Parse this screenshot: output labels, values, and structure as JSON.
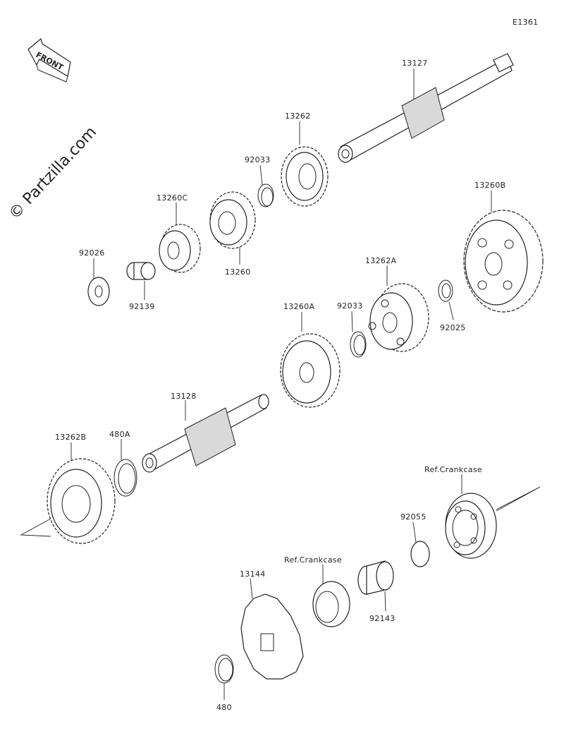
{
  "diagram_code": "E1361",
  "watermark": "© Partzilla.com",
  "front_arrow_label": "FRONT",
  "parts": [
    {
      "id": "13127",
      "label": "13127"
    },
    {
      "id": "13262",
      "label": "13262"
    },
    {
      "id": "92033a",
      "label": "92033"
    },
    {
      "id": "13260C",
      "label": "13260C"
    },
    {
      "id": "13260",
      "label": "13260"
    },
    {
      "id": "92026",
      "label": "92026"
    },
    {
      "id": "92139",
      "label": "92139"
    },
    {
      "id": "13260B",
      "label": "13260B"
    },
    {
      "id": "13262A",
      "label": "13262A"
    },
    {
      "id": "13260A",
      "label": "13260A"
    },
    {
      "id": "92033b",
      "label": "92033"
    },
    {
      "id": "92025",
      "label": "92025"
    },
    {
      "id": "13128",
      "label": "13128"
    },
    {
      "id": "13262B",
      "label": "13262B"
    },
    {
      "id": "480A",
      "label": "480A"
    },
    {
      "id": "ref-crankcase-1",
      "label": "Ref.Crankcase"
    },
    {
      "id": "92055",
      "label": "92055"
    },
    {
      "id": "ref-crankcase-2",
      "label": "Ref.Crankcase"
    },
    {
      "id": "13144",
      "label": "13144"
    },
    {
      "id": "92143",
      "label": "92143"
    },
    {
      "id": "480",
      "label": "480"
    }
  ]
}
